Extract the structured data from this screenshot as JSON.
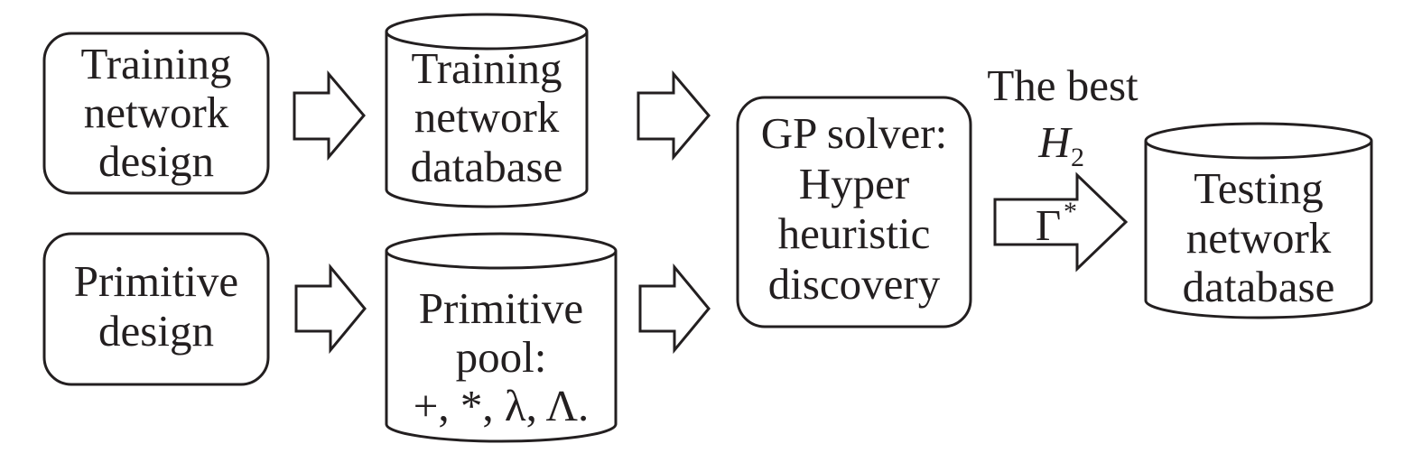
{
  "diagram": {
    "nodes": {
      "training_network_design": {
        "lines": [
          "Training",
          "network",
          "design"
        ]
      },
      "primitive_design": {
        "lines": [
          "Primitive",
          "design"
        ]
      },
      "training_network_database": {
        "lines": [
          "Training",
          "network",
          "database"
        ]
      },
      "primitive_pool": {
        "lines": [
          "Primitive",
          "pool:",
          "+, *, λ, Λ."
        ]
      },
      "gp_solver": {
        "lines": [
          "GP solver:",
          "Hyper",
          "heuristic",
          "discovery"
        ]
      },
      "testing_network_database": {
        "lines": [
          "Testing",
          "network",
          "database"
        ]
      }
    },
    "edge_best": {
      "caption": "The best",
      "h_letter": "H",
      "h_subscript": "2",
      "gamma_letter": "Γ",
      "gamma_superscript": "*"
    },
    "colors": {
      "stroke": "#231f20",
      "fill": "#ffffff",
      "text": "#231f20"
    }
  }
}
